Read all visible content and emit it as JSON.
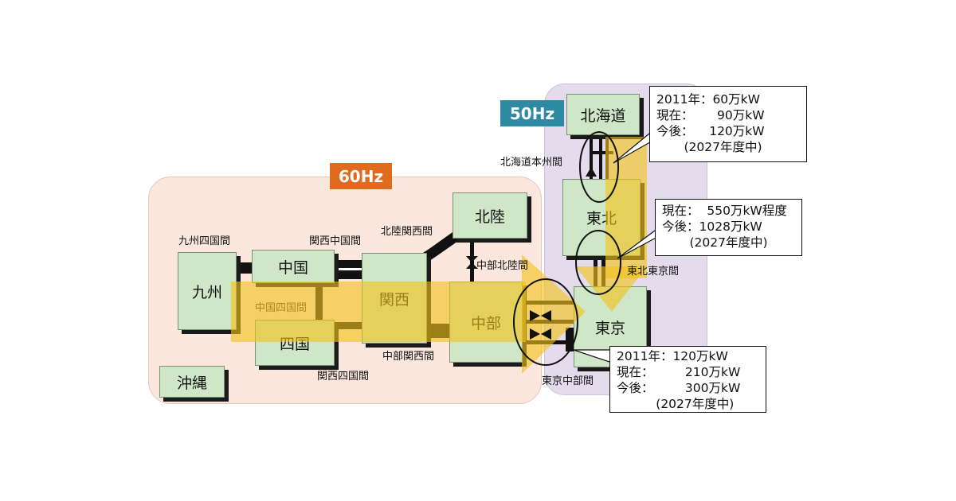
{
  "zones": {
    "hz60": "60Hz",
    "hz50": "50Hz"
  },
  "regions": {
    "kyushu": "九州",
    "chugoku": "中国",
    "shikoku": "四国",
    "kansai": "関西",
    "hokuriku": "北陸",
    "chubu": "中部",
    "okinawa": "沖縄",
    "hokkaido": "北海道",
    "tohoku": "東北",
    "tokyo": "東京"
  },
  "links": {
    "kyushu_shikoku": "九州四国間",
    "kansai_chugoku": "関西中国間",
    "hokuriku_kansai": "北陸関西間",
    "chubu_hokuriku": "中部北陸間",
    "chugoku_shikoku": "中国四国間",
    "chubu_kansai": "中部関西間",
    "kansai_shikoku": "関西四国間",
    "hokkaido_honshu": "北海道本州間",
    "tohoku_tokyo": "東北東京間",
    "tokyo_chubu": "東京中部間"
  },
  "callouts": {
    "hokkaido": {
      "line1": "2011年：60万kW",
      "line2": "現在：      90万kW",
      "line3": "今後：    120万kW",
      "line4": "       (2027年度中)"
    },
    "tohoku": {
      "line1": "現在：  550万kW程度",
      "line2": "今後：1028万kW",
      "line3": "       (2027年度中)"
    },
    "tokyo": {
      "line1": "2011年：120万kW",
      "line2": "現在：        210万kW",
      "line3": "今後：        300万kW",
      "line4": "          (2027年度中)"
    }
  },
  "colors": {
    "zone60_bg": "#fbe7dd",
    "zone50_bg": "#e4dcec",
    "hz60_badge": "#e06a1e",
    "hz50_badge": "#2e8aa3",
    "region_fill": "#cfe7c6",
    "arrow_fill": "#f2c11a"
  }
}
